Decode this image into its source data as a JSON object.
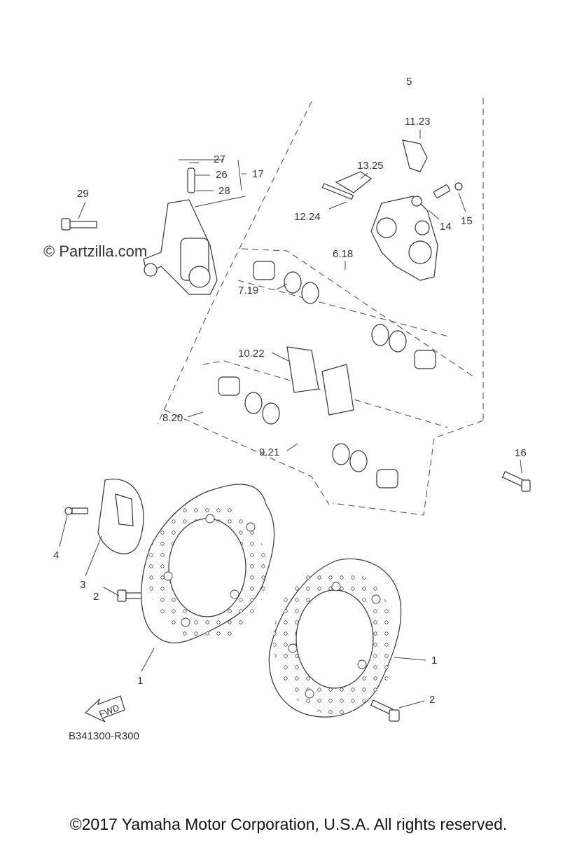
{
  "watermark": "© Partzilla.com",
  "diagram_code": "B341300-R300",
  "fwd_label": "FWD",
  "copyright": "©2017 Yamaha Motor Corporation, U.S.A. All rights reserved.",
  "callouts": {
    "c1a": "1",
    "c1b": "1",
    "c2a": "2",
    "c2b": "2",
    "c3": "3",
    "c4": "4",
    "c5": "5",
    "c6": "6.18",
    "c7": "7.19",
    "c8": "8.20",
    "c9": "9.21",
    "c10": "10.22",
    "c11": "11.23",
    "c12": "12.24",
    "c13": "13.25",
    "c14": "14",
    "c15": "15",
    "c16": "16",
    "c17": "17",
    "c26": "26",
    "c27": "27",
    "c28": "28",
    "c29": "29"
  }
}
